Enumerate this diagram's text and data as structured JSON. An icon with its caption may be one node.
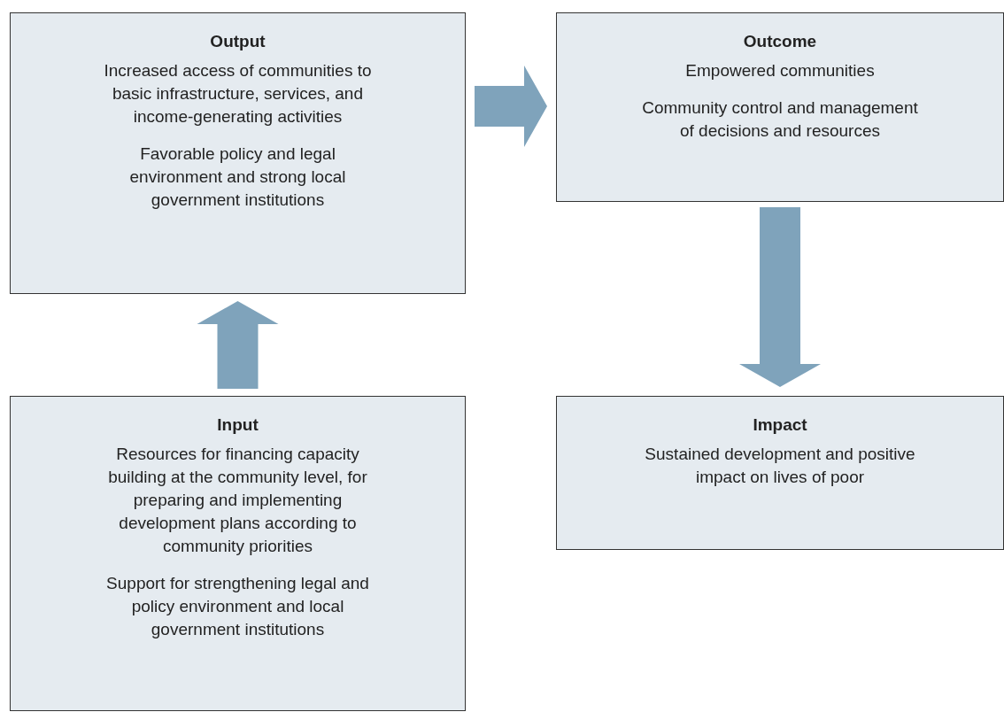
{
  "diagram": {
    "nodes": [
      {
        "text": [
          "Output",
          "Increased access of communities to basic infrastructure, services, and income-generating activities",
          "Favorable policy and legal environment and strong local government institutions"
        ]
      },
      {
        "text": [
          "Outcome",
          "Empowered communities",
          "Community control and management of decisions and resources"
        ]
      },
      {
        "text": [
          "Input",
          "Resources for financing capacity building at the community level, for preparing and implementing development plans according to community priorities",
          "Support for strengthening legal and policy environment and local government institutions"
        ]
      },
      {
        "text": [
          "Impact",
          "Sustained development and positive impact on lives of poor"
        ]
      }
    ],
    "edges": [
      {
        "from": 2,
        "to": 0,
        "arrow": "to",
        "style": "thick"
      },
      {
        "from": 0,
        "to": 1,
        "arrow": "to",
        "style": "thick"
      },
      {
        "from": 1,
        "to": 3,
        "arrow": "to",
        "style": "thick"
      }
    ]
  }
}
